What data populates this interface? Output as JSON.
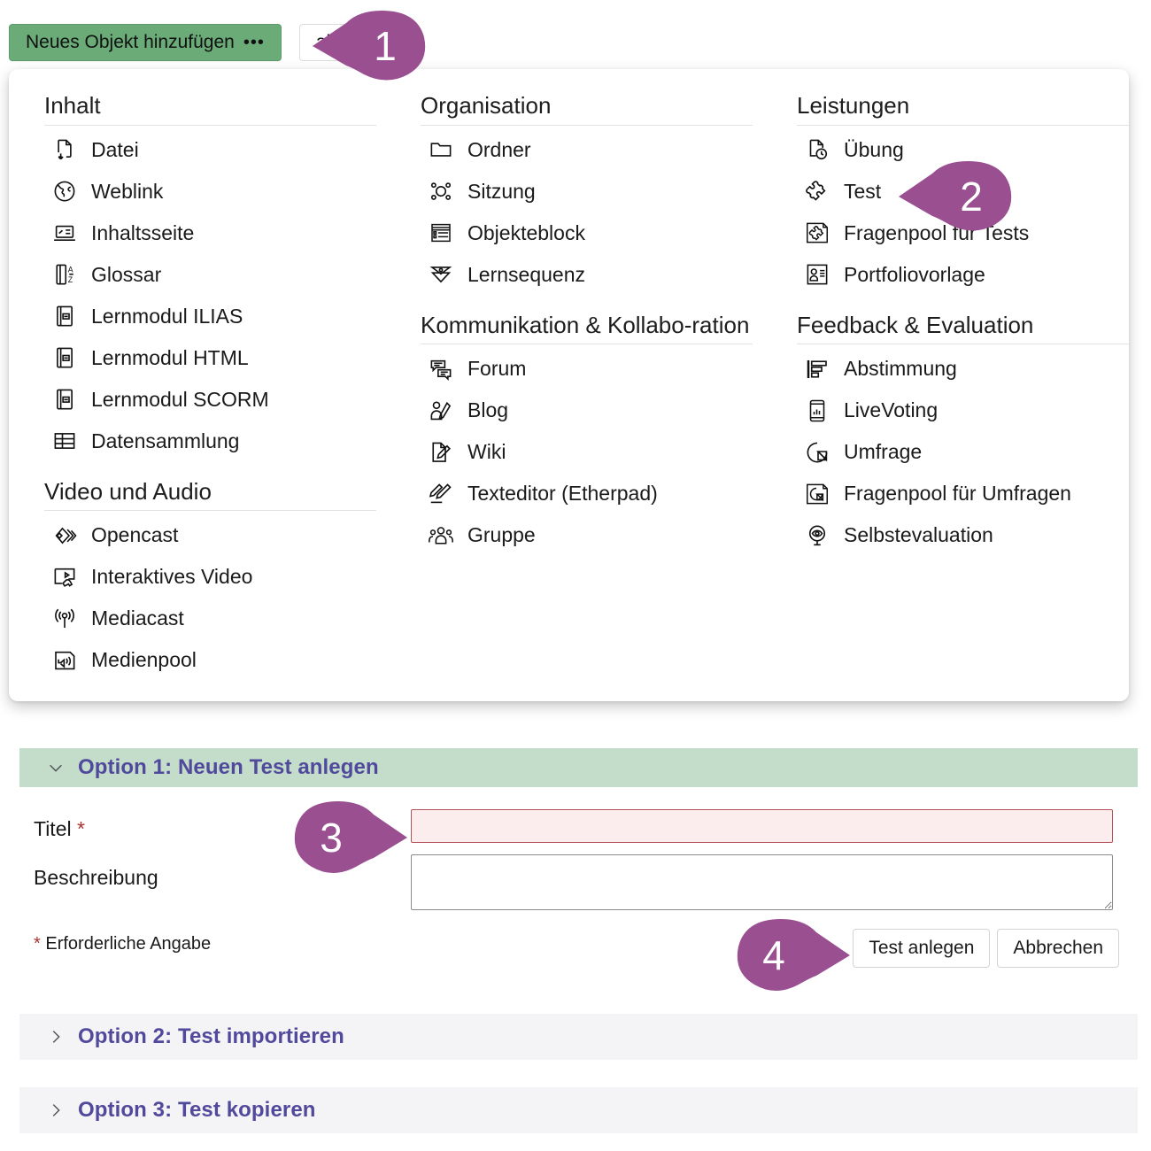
{
  "toolbar": {
    "add_object_label": "Neues Objekt hinzufügen",
    "add_object_dots": "•••",
    "second_button_label": "alten"
  },
  "colors": {
    "accent_green": "#6aab78",
    "callout_purple": "#9a4f91",
    "option_header_green": "#c3ddca",
    "option_link_purple": "#514a9c",
    "required_red": "#a33333",
    "invalid_field_bg": "#fbecee",
    "invalid_field_border": "#b4505a"
  },
  "dropdown": {
    "columns": [
      {
        "groups": [
          {
            "title": "Inhalt",
            "items": [
              {
                "label": "Datei",
                "icon": "file-download-icon"
              },
              {
                "label": "Weblink",
                "icon": "globe-link-icon"
              },
              {
                "label": "Inhaltsseite",
                "icon": "content-page-icon"
              },
              {
                "label": "Glossar",
                "icon": "glossary-az-icon"
              },
              {
                "label": "Lernmodul ILIAS",
                "icon": "learning-module-icon"
              },
              {
                "label": "Lernmodul HTML",
                "icon": "learning-module-icon"
              },
              {
                "label": "Lernmodul SCORM",
                "icon": "learning-module-icon"
              },
              {
                "label": "Datensammlung",
                "icon": "table-grid-icon"
              }
            ]
          },
          {
            "title": "Video und Audio",
            "items": [
              {
                "label": "Opencast",
                "icon": "opencast-diamond-icon"
              },
              {
                "label": "Interaktives Video",
                "icon": "interactive-video-icon"
              },
              {
                "label": "Mediacast",
                "icon": "broadcast-antenna-icon"
              },
              {
                "label": "Medienpool",
                "icon": "speaker-sound-icon"
              }
            ]
          }
        ]
      },
      {
        "groups": [
          {
            "title": "Organisation",
            "items": [
              {
                "label": "Ordner",
                "icon": "folder-icon"
              },
              {
                "label": "Sitzung",
                "icon": "session-nodes-icon"
              },
              {
                "label": "Objekteblock",
                "icon": "object-block-icon"
              },
              {
                "label": "Lernsequenz",
                "icon": "learning-sequence-icon"
              }
            ]
          },
          {
            "title": "Kommunikation & Kollabo-ration",
            "items": [
              {
                "label": "Forum",
                "icon": "forum-bubbles-icon"
              },
              {
                "label": "Blog",
                "icon": "blog-person-pen-icon"
              },
              {
                "label": "Wiki",
                "icon": "wiki-page-pen-icon"
              },
              {
                "label": "Texteditor (Etherpad)",
                "icon": "etherpad-pen-icon"
              },
              {
                "label": "Gruppe",
                "icon": "group-people-icon"
              }
            ]
          }
        ]
      },
      {
        "groups": [
          {
            "title": "Leistungen",
            "items": [
              {
                "label": "Übung",
                "icon": "exercise-clock-icon"
              },
              {
                "label": "Test",
                "icon": "puzzle-icon"
              },
              {
                "label": "Fragenpool für Tests",
                "icon": "puzzle-pool-icon"
              },
              {
                "label": "Portfoliovorlage",
                "icon": "portfolio-template-icon"
              }
            ]
          },
          {
            "title": "Feedback & Evaluation",
            "items": [
              {
                "label": "Abstimmung",
                "icon": "poll-bars-icon"
              },
              {
                "label": "LiveVoting",
                "icon": "live-voting-phone-icon"
              },
              {
                "label": "Umfrage",
                "icon": "survey-pie-icon"
              },
              {
                "label": "Fragenpool für Umfragen",
                "icon": "survey-pool-icon"
              },
              {
                "label": "Selbstevaluation",
                "icon": "self-evaluation-eye-icon"
              }
            ]
          }
        ]
      }
    ]
  },
  "form": {
    "option1_header": "Option 1: Neuen Test anlegen",
    "title_label": "Titel",
    "title_required_mark": "*",
    "title_value": "",
    "title_placeholder": "",
    "description_label": "Beschreibung",
    "description_value": "",
    "description_placeholder": "",
    "required_hint_star": "*",
    "required_hint": "Erforderliche Angabe",
    "submit_label": "Test anlegen",
    "cancel_label": "Abbrechen",
    "option2_header": "Option 2: Test importieren",
    "option3_header": "Option 3: Test kopieren"
  },
  "callouts": [
    {
      "number": "1"
    },
    {
      "number": "2"
    },
    {
      "number": "3"
    },
    {
      "number": "4"
    }
  ]
}
